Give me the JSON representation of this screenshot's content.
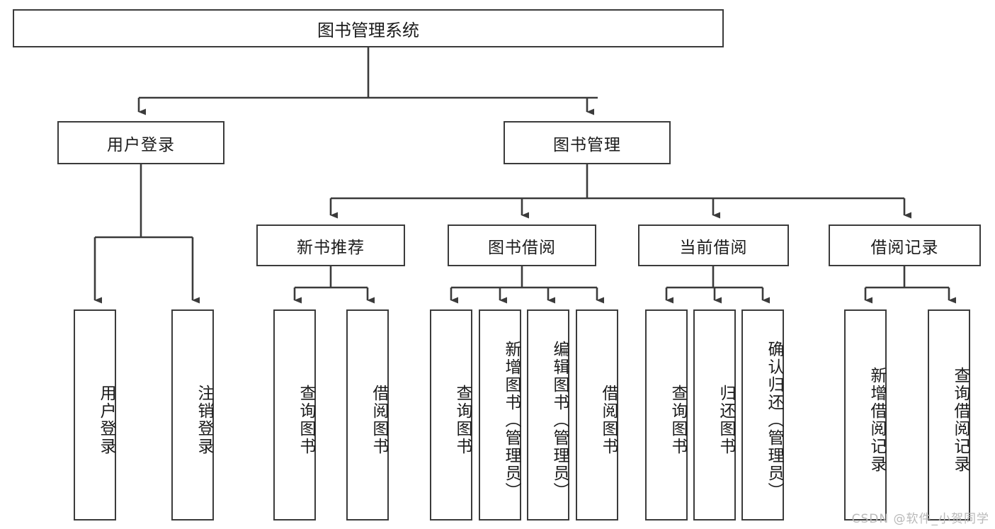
{
  "diagram": {
    "type": "tree-hierarchy-chart",
    "title": "图书管理系统",
    "orientation": "top-down",
    "colors": {
      "box_border": "#3b3b3b",
      "box_fill": "#ffffff",
      "connector": "#3b3b3b",
      "text": "#1b1b1b",
      "watermark": "#b9b9b9",
      "background": "#ffffff"
    },
    "root": {
      "label": "图书管理系统"
    },
    "level2": [
      {
        "label": "用户登录"
      },
      {
        "label": "图书管理"
      }
    ],
    "level3": [
      {
        "label": "新书推荐"
      },
      {
        "label": "图书借阅"
      },
      {
        "label": "当前借阅"
      },
      {
        "label": "借阅记录"
      }
    ],
    "leaves": {
      "user_login": [
        {
          "label": "用户登录"
        },
        {
          "label": "注销登录"
        }
      ],
      "new_book_recommend": [
        {
          "label": "查询图书"
        },
        {
          "label": "借阅图书"
        }
      ],
      "book_borrow": [
        {
          "label": "查询图书"
        },
        {
          "label": "新增图书（管理员）"
        },
        {
          "label": "编辑图书（管理员）"
        },
        {
          "label": "借阅图书"
        }
      ],
      "current_borrow": [
        {
          "label": "查询图书"
        },
        {
          "label": "归还图书"
        },
        {
          "label": "确认归还（管理员）"
        }
      ],
      "borrow_record": [
        {
          "label": "新增借阅记录"
        },
        {
          "label": "查询借阅记录"
        }
      ]
    }
  },
  "watermark": {
    "text": "CSDN @软件_小贺同学"
  }
}
